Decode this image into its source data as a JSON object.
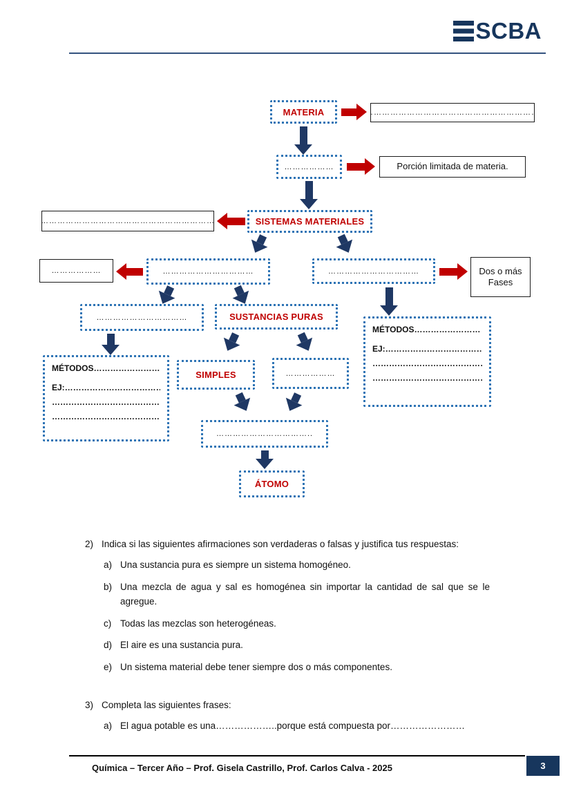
{
  "header": {
    "logo_text": "SCBA"
  },
  "colors": {
    "navy": "#1F3864",
    "red": "#C00000",
    "dotted_border_blue": "#2E74B5",
    "logo_navy": "#17365D"
  },
  "diagram": {
    "materia": {
      "label": "MATERIA",
      "fill": "…………………………………………………………………"
    },
    "cuerpo": {
      "blank": "………………",
      "definition": "Porción limitada de materia."
    },
    "sistemas": {
      "label": "SISTEMAS MATERIALES",
      "fill": "…………………………………………………………………"
    },
    "homogeneo": {
      "blank": "……………………………",
      "side_blank": "………………"
    },
    "heterogeneo": {
      "blank": "……………………………",
      "def_line1": "Dos o más",
      "def_line2": "Fases"
    },
    "mezclas": {
      "blank": "……………………………"
    },
    "sustancias_puras": {
      "label": "SUSTANCIAS PURAS"
    },
    "metodos_left": {
      "line1": "MÉTODOS……………………",
      "line2": "EJ:…………………………………",
      "line3": "……………………………………",
      "line4": "……………………………………"
    },
    "metodos_right": {
      "line1": "MÉTODOS……………………",
      "line2": "EJ:…………………………………",
      "line3": "……………………………………",
      "line4": "……………………………………"
    },
    "simples": {
      "label": "SIMPLES"
    },
    "compuestas": {
      "blank": "………………"
    },
    "elementos": {
      "blank": "…………………………….."
    },
    "atomo": {
      "label": "ÁTOMO"
    }
  },
  "questions": {
    "q2": {
      "number": "2)",
      "text": "Indica si las siguientes afirmaciones son verdaderas o falsas y justifica tus respuestas:",
      "items": [
        {
          "label": "a)",
          "text": "Una sustancia pura es siempre un sistema homogéneo."
        },
        {
          "label": "b)",
          "text": "Una mezcla de agua y sal es homogénea sin importar la cantidad de sal que se le agregue."
        },
        {
          "label": "c)",
          "text": "Todas las mezclas son heterogéneas."
        },
        {
          "label": "d)",
          "text": "El aire es una sustancia pura."
        },
        {
          "label": "e)",
          "text": "Un sistema material debe tener siempre dos o más componentes."
        }
      ]
    },
    "q3": {
      "number": "3)",
      "text": "Completa las siguientes frases:",
      "items": [
        {
          "label": "a)",
          "text": "El agua potable es una………………..porque está compuesta por……………………"
        }
      ]
    }
  },
  "footer": {
    "text": "Química – Tercer Año – Prof. Gisela Castrillo, Prof. Carlos Calva - 2025",
    "page_number": "3"
  }
}
